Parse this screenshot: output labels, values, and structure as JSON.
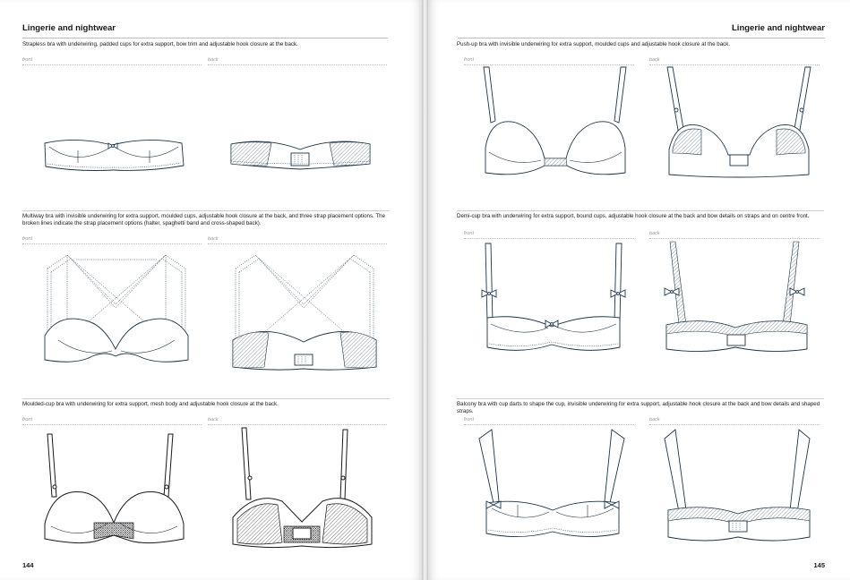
{
  "left_page": {
    "title": "Lingerie and nightwear",
    "page_number": "144",
    "entries": [
      {
        "caption": "Strapless bra with underwiring, padded cups for extra support, bow trim and adjustable hook closure at the back.",
        "front_label": "front",
        "back_label": "back"
      },
      {
        "caption": "Multiway bra with invisible underwiring for extra support, moulded cups, adjustable hook closure at the back, and three strap placement options. The broken lines indicate the strap placement options (halter, spaghetti band and cross-shaped back).",
        "front_label": "front",
        "back_label": "back"
      },
      {
        "caption": "Moulded-cup bra with underwiring for extra support, mesh body and adjustable hook closure at the back.",
        "front_label": "front",
        "back_label": "back"
      }
    ]
  },
  "right_page": {
    "title": "Lingerie and nightwear",
    "page_number": "145",
    "entries": [
      {
        "caption": "Push-up bra with invisible underwiring for extra support, moulded cups and adjustable hook closure at the back.",
        "front_label": "front",
        "back_label": "back"
      },
      {
        "caption": "Demi-cup bra with underwiring for extra support, bound cups, adjustable hook closure at the back and bow details on straps and on centre front.",
        "front_label": "front",
        "back_label": "back"
      },
      {
        "caption": "Balcony bra with cup darts to shape the cup, invisible underwiring for extra support, adjustable hook closure at the back and bow details and shaped straps.",
        "front_label": "front",
        "back_label": "back"
      }
    ]
  },
  "colors": {
    "ink_blue": "#1d3548",
    "ink_black": "#1a1a1a",
    "label_grey": "#9a9a9a"
  }
}
